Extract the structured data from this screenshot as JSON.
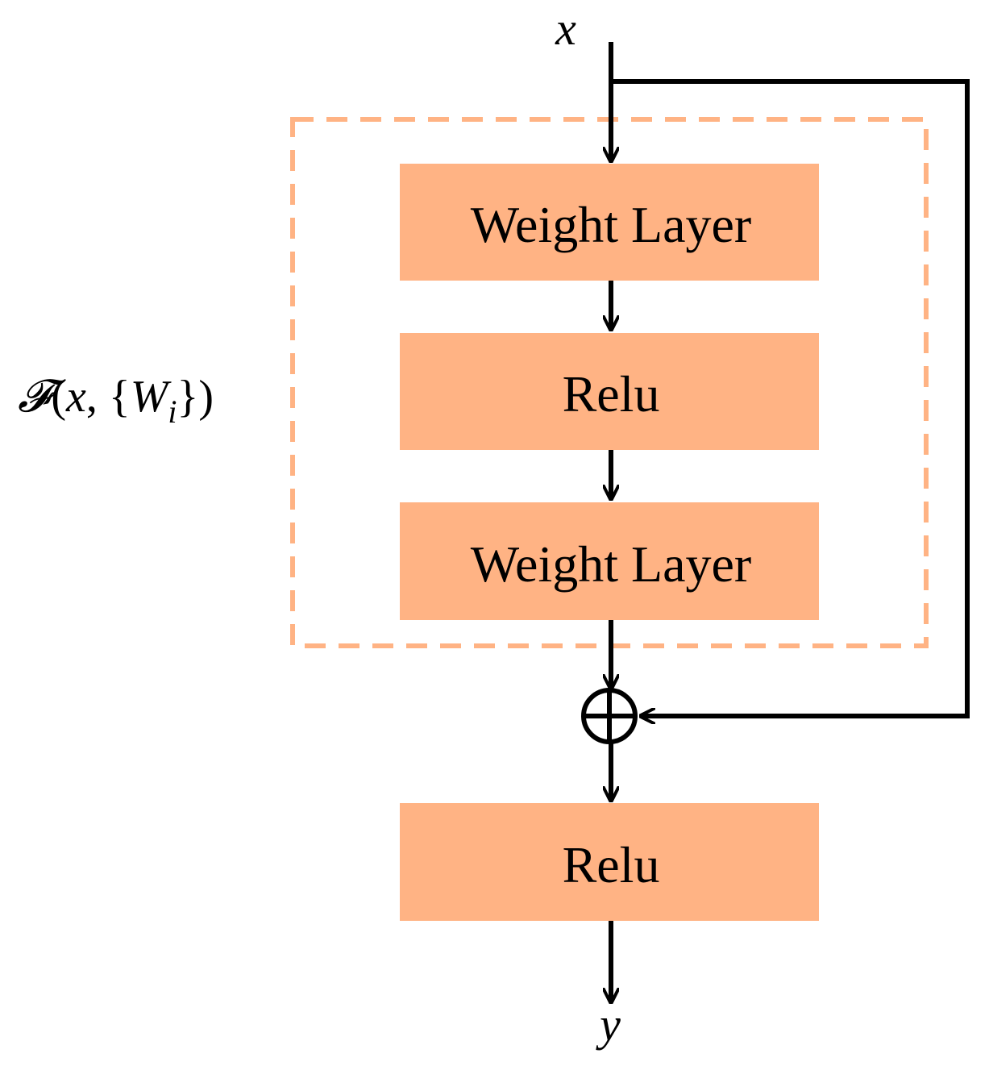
{
  "input_label": "x",
  "output_label": "y",
  "residual_function": {
    "symbol": "𝓕",
    "open": "(",
    "var": "x",
    "sep": ", {",
    "weight": "W",
    "subscript": "i",
    "close": "})"
  },
  "blocks": [
    {
      "label": "Weight Layer"
    },
    {
      "label": "Relu"
    },
    {
      "label": "Weight Layer"
    },
    {
      "label": "Relu"
    }
  ],
  "add_symbol": "⊕",
  "colors": {
    "block_fill": "#FFB384",
    "dashed_border": "#FFB384",
    "line": "#000000",
    "text": "#000000"
  }
}
